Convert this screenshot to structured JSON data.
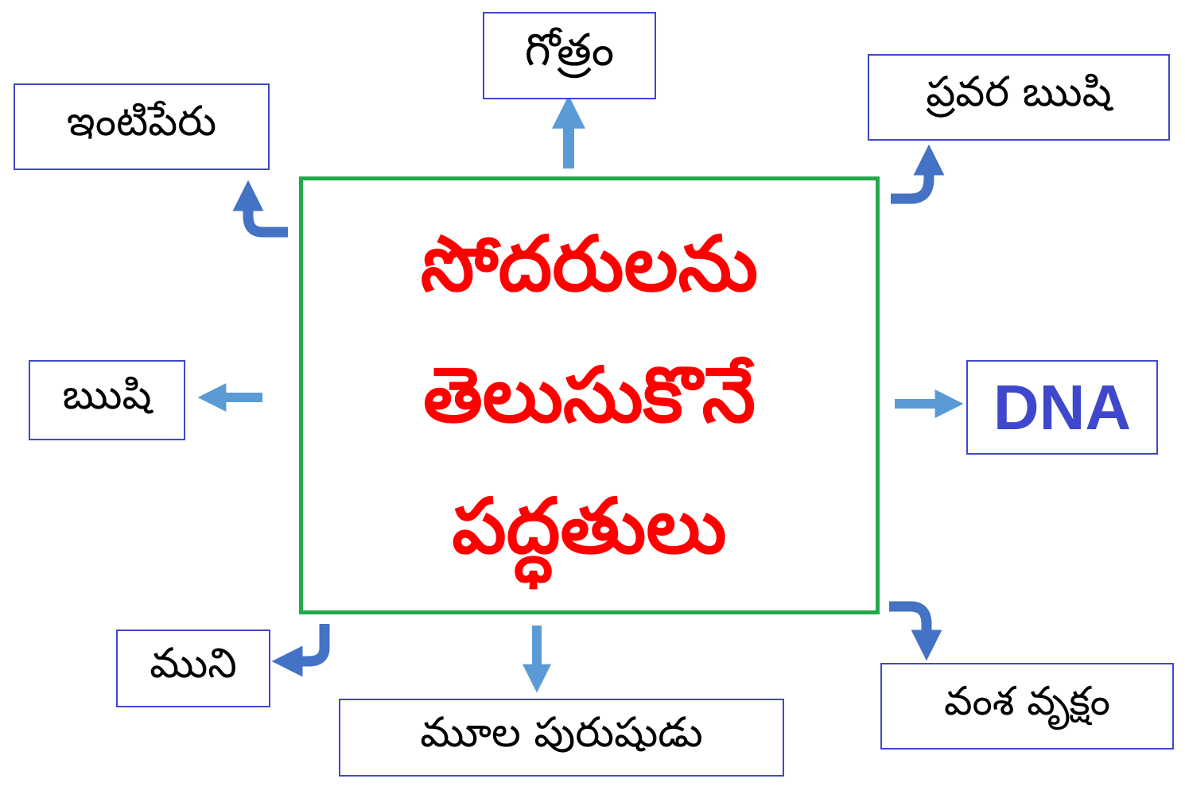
{
  "center": {
    "lines": [
      "సోదరులను",
      "తెలుసుకొనే",
      "పద్ధతులు"
    ]
  },
  "nodes": {
    "gotram": "గోత్రం",
    "intiperu": "ఇంటిపేరు",
    "pravara_rushi": "ప్రవర ఋషి",
    "rushi": "ఋషి",
    "dna": "DNA",
    "muni": "ముని",
    "moola_purushudu": "మూల  పురుషుడు",
    "vamsha_vruksham": "వంశ వృక్షం"
  },
  "colors": {
    "center_text": "#ff0000",
    "center_border": "#22aa4a",
    "box_border": "#3f48cc",
    "arrow_straight": "#5b9bd5",
    "arrow_curved": "#4472c4"
  }
}
